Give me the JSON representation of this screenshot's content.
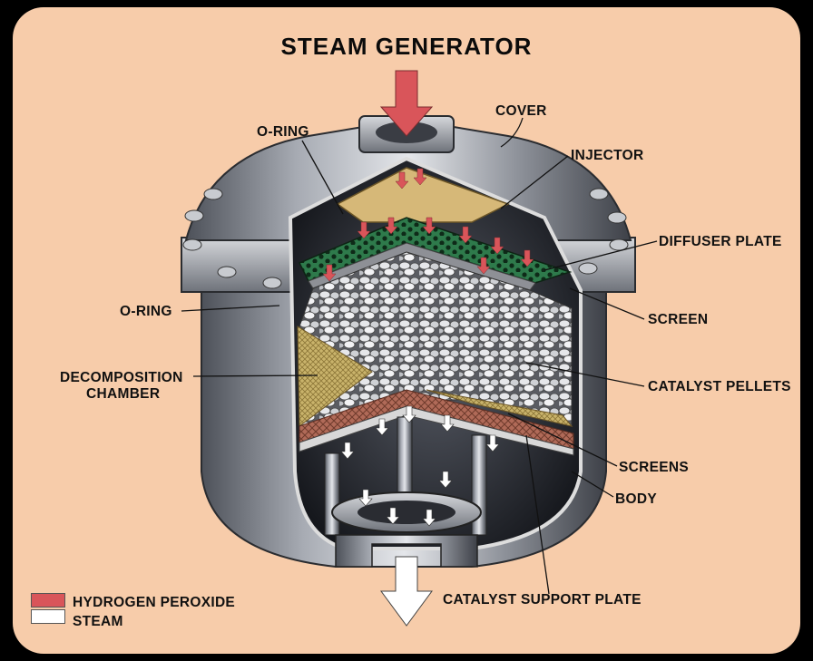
{
  "title": "STEAM GENERATOR",
  "labels": {
    "cover": "COVER",
    "o_ring_top": "O-RING",
    "injector": "INJECTOR",
    "diffuser_plate": "DIFFUSER PLATE",
    "o_ring_left": "O-RING",
    "screen": "SCREEN",
    "decomposition_line1": "DECOMPOSITION",
    "decomposition_line2": "CHAMBER",
    "catalyst_pellets": "CATALYST PELLETS",
    "screens": "SCREENS",
    "body": "BODY",
    "catalyst_support_plate": "CATALYST SUPPORT PLATE"
  },
  "legend": [
    {
      "label": "HYDROGEN PEROXIDE",
      "color": "#d9555a"
    },
    {
      "label": "STEAM",
      "color": "#ffffff"
    }
  ],
  "colors": {
    "background": "#f7ccaa",
    "peroxide": "#d9555a",
    "steam": "#ffffff",
    "diffuser": "#2f7a4c",
    "metal": "#9a9ea6"
  }
}
